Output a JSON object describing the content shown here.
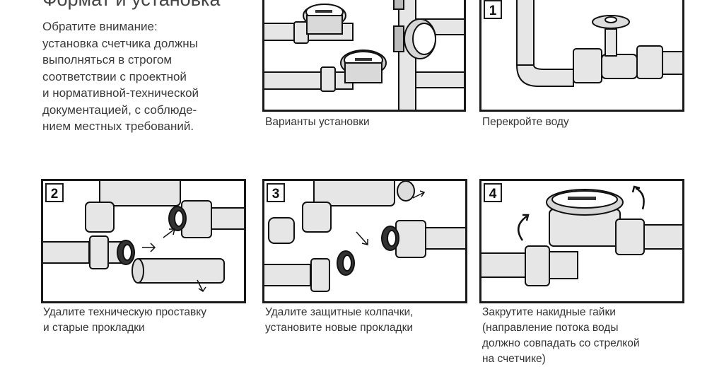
{
  "heading": "Формат и установка",
  "intro_lines": [
    "Обратите внимание:",
    "установка счетчика должны",
    "выполняться в строгом",
    "соответствии с проектной",
    "и нормативной-технической",
    "документацией, с соблюде-",
    "нием местных требований."
  ],
  "panels": {
    "variants": {
      "caption": "Варианты установки"
    },
    "step1": {
      "number": "1",
      "caption": "Перекройте воду"
    },
    "step2": {
      "number": "2",
      "caption_lines": [
        "Удалите техническую проставку",
        "и старые прокладки"
      ]
    },
    "step3": {
      "number": "3",
      "caption_lines": [
        "Удалите защитные колпачки,",
        "установите новые прокладки"
      ]
    },
    "step4": {
      "number": "4",
      "caption_lines": [
        "Закрутите накидные гайки",
        "(направление потока воды",
        "должно совпадать со стрелкой",
        "на счетчике)"
      ]
    }
  }
}
